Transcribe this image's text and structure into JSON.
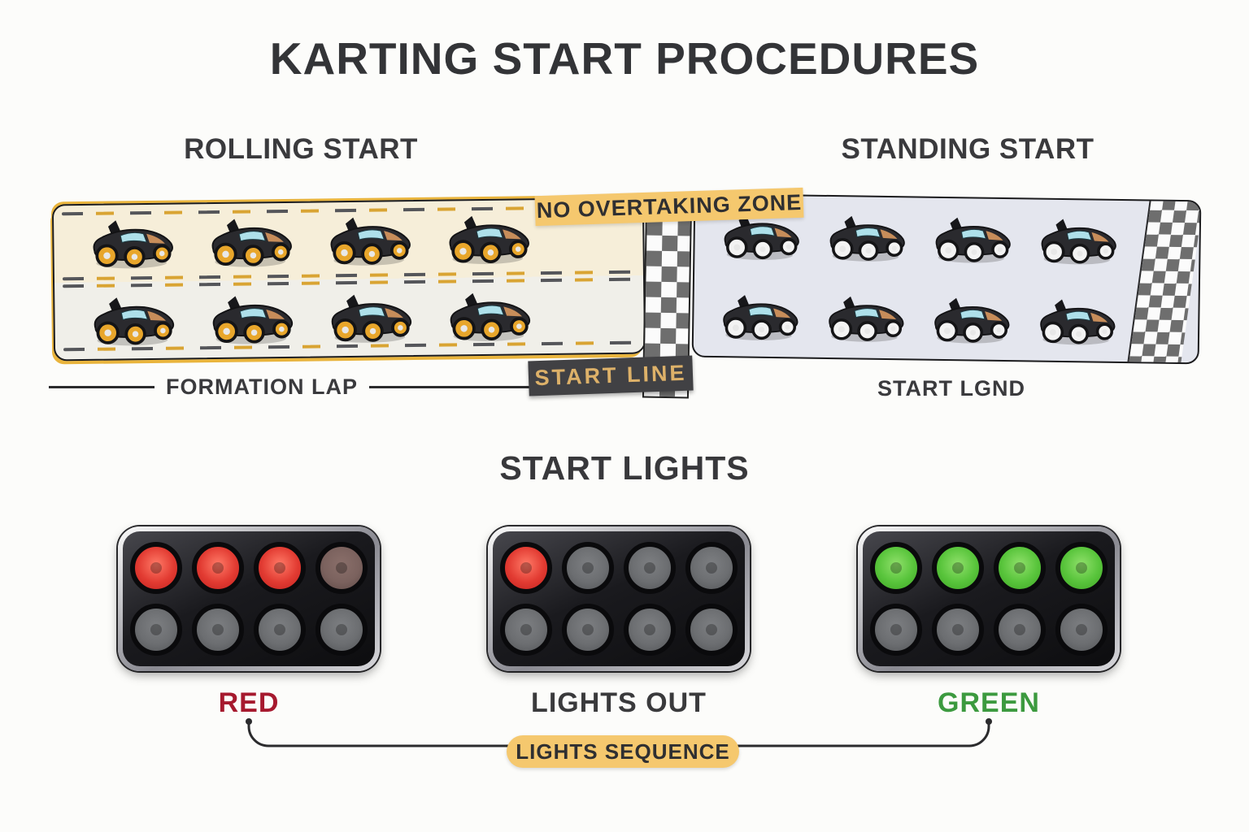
{
  "title": "KARTING START PROCEDURES",
  "tracks": {
    "rolling": {
      "heading": "ROLLING START",
      "caption": "FORMATION LAP",
      "lanes": [
        {
          "kart_count": 4,
          "wheel_color": "#e8a62b"
        },
        {
          "kart_count": 4,
          "wheel_color": "#e8a62b"
        }
      ]
    },
    "standing": {
      "heading": "STANDING START",
      "caption": "START LGND",
      "lanes": [
        {
          "kart_count": 4,
          "wheel_color": "#f3f3f3"
        },
        {
          "kart_count": 4,
          "wheel_color": "#f3f3f3"
        }
      ]
    },
    "no_overtaking_banner": "NO OVERTAKING ZONE",
    "start_line_banner": "START LINE"
  },
  "start_lights": {
    "heading": "START LIGHTS",
    "sequence_banner": "LIGHTS SEQUENCE",
    "panels": [
      {
        "label": "RED",
        "label_color": "#a6192e",
        "lights": [
          [
            "red",
            "red",
            "red",
            "dim_red"
          ],
          [
            "off",
            "off",
            "off",
            "off"
          ]
        ]
      },
      {
        "label": "LIGHTS OUT",
        "label_color": "#3a3a3c",
        "lights": [
          [
            "red",
            "off",
            "off",
            "off"
          ],
          [
            "off",
            "off",
            "off",
            "off"
          ]
        ]
      },
      {
        "label": "GREEN",
        "label_color": "#3c9a3f",
        "lights": [
          [
            "green",
            "green",
            "green",
            "green"
          ],
          [
            "off",
            "off",
            "off",
            "off"
          ]
        ]
      }
    ]
  },
  "colors": {
    "accent_gold": "#e9b43c",
    "banner_yellow": "#f5c86e",
    "start_line_text_gold": "#ddb169",
    "red_light": "#e23b32",
    "green_light": "#58c43b",
    "off_light": "#6c6e71",
    "dim_red_light": "#7b625e",
    "track_cream": "#f6eed9",
    "track_grey": "#e4e6ee"
  }
}
